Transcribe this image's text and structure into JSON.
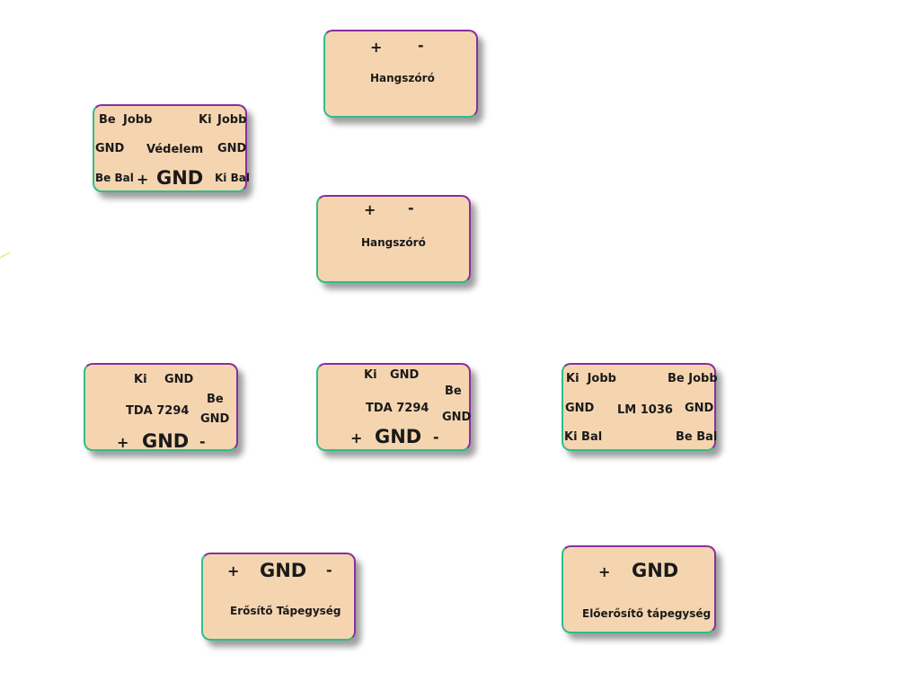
{
  "speaker_top": {
    "plus": "+",
    "minus": "-",
    "title": "Hangszóró"
  },
  "speaker_mid": {
    "plus": "+",
    "minus": "-",
    "title": "Hangszóró"
  },
  "protection": {
    "be": "Be",
    "jobb_in": "Jobb",
    "ki": "Ki",
    "jobb_out": "Jobb",
    "gnd_left": "GND",
    "title": "Védelem",
    "gnd_right": "GND",
    "be_bal": "Be Bal",
    "plus": "+",
    "gnd": "GND",
    "ki_bal": "Ki Bal"
  },
  "amp_left": {
    "ki": "Ki",
    "gnd_top": "GND",
    "be": "Be",
    "title": "TDA 7294",
    "gnd_right": "GND",
    "plus": "+",
    "gnd": "GND",
    "minus": "-"
  },
  "amp_right": {
    "ki": "Ki",
    "gnd_top": "GND",
    "be": "Be",
    "title": "TDA 7294",
    "gnd_right": "GND",
    "plus": "+",
    "gnd": "GND",
    "minus": "-"
  },
  "tone": {
    "ki_jobb": "Ki  Jobb",
    "be_jobb": "Be Jobb",
    "gnd_left": "GND",
    "title": "LM 1036",
    "gnd_right": "GND",
    "ki_bal": "Ki Bal",
    "be_bal": "Be Bal"
  },
  "amp_psu": {
    "plus": "+",
    "gnd": "GND",
    "minus": "-",
    "title": "Erősítő Tápegység"
  },
  "preamp_psu": {
    "plus": "+",
    "gnd": "GND",
    "title": "Előerősítő tápegység"
  },
  "colors": {
    "block_fill": "#f5d5b0",
    "border_green": "#2ebd8c",
    "border_purple": "#8a2e9e",
    "stray_line": "#f0e040"
  }
}
